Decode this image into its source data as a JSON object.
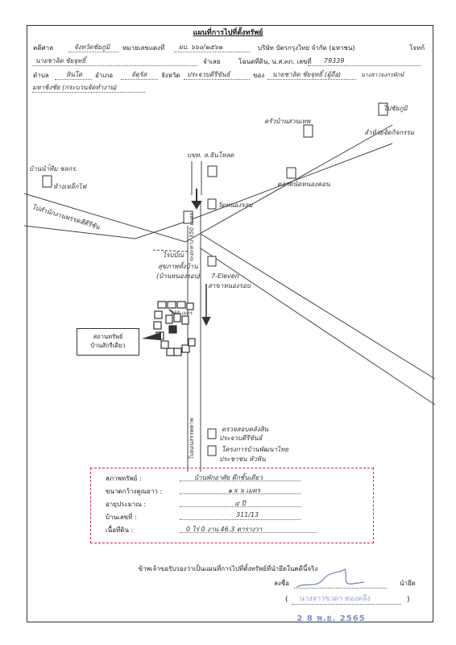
{
  "header": {
    "title": "แผนที่การไปที่ตั้งทรัพย์",
    "row1": {
      "case_label": "คดีศาล",
      "court": "จังหวัดชัยภูมิ",
      "black_no_label": "หมายเลขแดงที่",
      "black_no": "ผบ. ๖๖๐/๒๕๖๒",
      "plaintiff": "บริษัท บัตรกรุงไทย จำกัด (มหาชน)",
      "plaintiff_label": "โจทก์"
    },
    "row2": {
      "defendant": "นายชาลิต ชัยจุทธิ์",
      "defendant_label": "จำเลย",
      "deed_label": "โฉนดที่ดิน, น.ส.๓ก. เลขที่",
      "deed_no": "79339"
    },
    "row3": {
      "tambon_label": "ตำบล",
      "tambon": "หินโด",
      "amphoe_label": "อำเภอ",
      "amphoe": "จัตุรัส",
      "province_label": "จังหวัด",
      "province": "ประจวบคีรีขันธ์",
      "of_label": "ของ",
      "owner": "นายชาลิต ชัยจุทธิ์ (ผู้ถือ)",
      "owner_note": "นางสาวจงกรพักษ์"
    },
    "row4": {
      "note": "มหาชิงชัย (กระบวนจัดทำงาน)"
    }
  },
  "map": {
    "labels": {
      "school": "ครัวบ้านสวนเทพ",
      "to_town": "ไปชัยภูมิ",
      "district_office": "ลำห้วยจัดกิจกรรม",
      "shop": "บขท. ล.ธินโหลด",
      "market": "ตลาดนัดหนองคอน",
      "left_top_1": "บ้านนำ้ทีม ชลกร.",
      "left_top_2": "ห้างเหล็กไฟ",
      "main_road": "ไปสำนักงานพรรคสีคีรีชัน",
      "temple": "วัดหนองรอบ",
      "rest_area_1": "ไรบบัณ",
      "rest_area_2": "สุขภาพทั้งบ้าน",
      "rest_area_3": "(บ้านหนองรอบ)",
      "road_vertical": "ระยะทาง 350 เมตร",
      "seven_1": "7-Eleven",
      "seven_2": "สาขาหนองรอบ",
      "prop_mark": "350 เมตร",
      "lower_road": "ไปดอนสรรพพาพ",
      "station_1": "ตรวจสอบคลังสิน",
      "station_2": "ประจวบคีรีขันธ์",
      "hospital_1": "โครงการบ้านพัฒนาไทย",
      "hospital_2": "ประชาชน หัวหิน"
    },
    "callout": {
      "line1": "สถานทรัพย์",
      "line2": "บ้านสักรีเดียว"
    }
  },
  "property": {
    "rows": [
      {
        "label": "สภาพทรัพย์ :",
        "value": "บ้านพักอาศัย ตึกชั้นเดียว"
      },
      {
        "label": "ขนาดกว้างคูณยาว :",
        "value": "๑ x ๖ เมตร"
      },
      {
        "label": "อายุประมาณ :",
        "value": "๔ ปี"
      },
      {
        "label": "บ้านเลขที่ :",
        "value": "311/13"
      },
      {
        "label": "เนื้อที่ดิน :",
        "value": "0 ไร่  0 งาน  46.3  ตารางวา"
      }
    ]
  },
  "footer": {
    "certify": "ข้าพเจ้าขอรับรองว่าเป็นแผนที่การไปที่ตั้งทรัพย์ที่นำยึดในคดีนี้จริง",
    "sign_label": "ลงชื่อ",
    "seizer_label": "นำยึด",
    "signer_name": "นางสาวขวดา ทองคลึง",
    "paren_open": "(",
    "paren_close": ")",
    "date_stamp": "2 8 พ.ย. 2565"
  }
}
